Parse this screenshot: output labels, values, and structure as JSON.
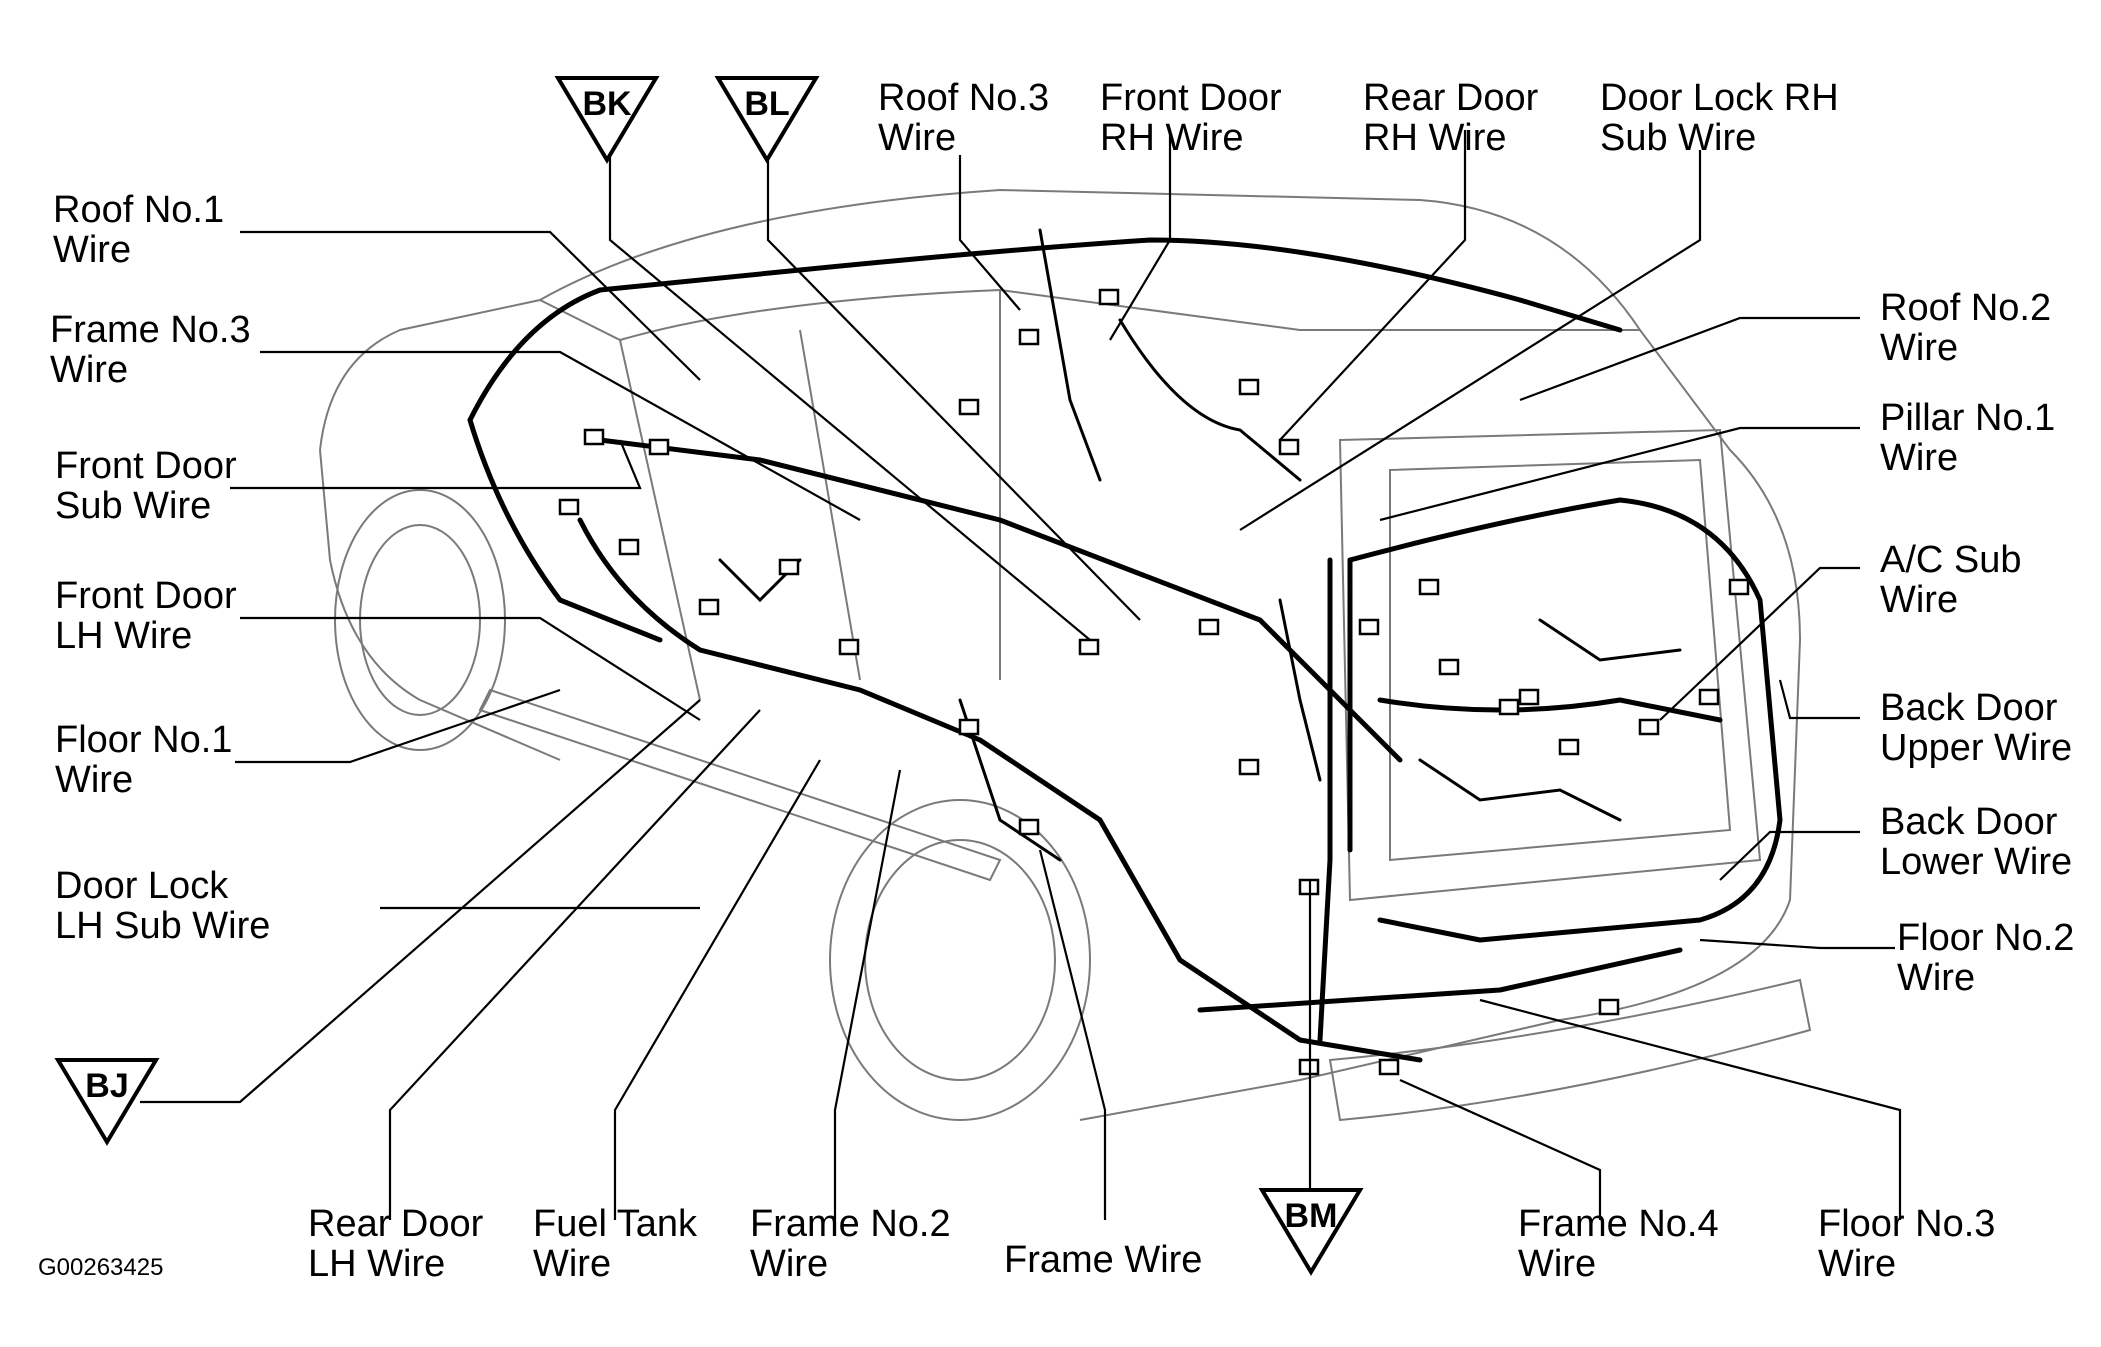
{
  "diagram": {
    "figure_code": "G00263425",
    "ground_points": [
      {
        "id": "BK",
        "label": "BK"
      },
      {
        "id": "BL",
        "label": "BL"
      },
      {
        "id": "BJ",
        "label": "BJ"
      },
      {
        "id": "BM",
        "label": "BM"
      }
    ],
    "labels": [
      {
        "id": "roof-no3",
        "lines": [
          "Roof No.3",
          "Wire"
        ]
      },
      {
        "id": "front-door-rh",
        "lines": [
          "Front Door",
          "RH Wire"
        ]
      },
      {
        "id": "rear-door-rh",
        "lines": [
          "Rear Door",
          "RH Wire"
        ]
      },
      {
        "id": "door-lock-rh-sub",
        "lines": [
          "Door Lock RH",
          "Sub Wire"
        ]
      },
      {
        "id": "roof-no1",
        "lines": [
          "Roof No.1",
          "Wire"
        ]
      },
      {
        "id": "frame-no3",
        "lines": [
          "Frame No.3",
          "Wire"
        ]
      },
      {
        "id": "front-door-sub",
        "lines": [
          "Front Door",
          "Sub Wire"
        ]
      },
      {
        "id": "front-door-lh",
        "lines": [
          "Front Door",
          "LH Wire"
        ]
      },
      {
        "id": "floor-no1",
        "lines": [
          "Floor No.1",
          "Wire"
        ]
      },
      {
        "id": "door-lock-lh-sub",
        "lines": [
          "Door Lock",
          "LH Sub Wire"
        ]
      },
      {
        "id": "roof-no2",
        "lines": [
          "Roof No.2",
          "Wire"
        ]
      },
      {
        "id": "pillar-no1",
        "lines": [
          "Pillar No.1",
          "Wire"
        ]
      },
      {
        "id": "ac-sub",
        "lines": [
          "A/C Sub",
          "Wire"
        ]
      },
      {
        "id": "back-door-upper",
        "lines": [
          "Back Door",
          "Upper Wire"
        ]
      },
      {
        "id": "back-door-lower",
        "lines": [
          "Back Door",
          "Lower Wire"
        ]
      },
      {
        "id": "floor-no2",
        "lines": [
          "Floor No.2",
          "Wire"
        ]
      },
      {
        "id": "rear-door-lh",
        "lines": [
          "Rear Door",
          "LH Wire"
        ]
      },
      {
        "id": "fuel-tank",
        "lines": [
          "Fuel Tank",
          "Wire"
        ]
      },
      {
        "id": "frame-no2",
        "lines": [
          "Frame No.2",
          "Wire"
        ]
      },
      {
        "id": "frame-wire",
        "lines": [
          "Frame Wire"
        ]
      },
      {
        "id": "frame-no4",
        "lines": [
          "Frame No.4",
          "Wire"
        ]
      },
      {
        "id": "floor-no3",
        "lines": [
          "Floor No.3",
          "Wire"
        ]
      }
    ]
  }
}
